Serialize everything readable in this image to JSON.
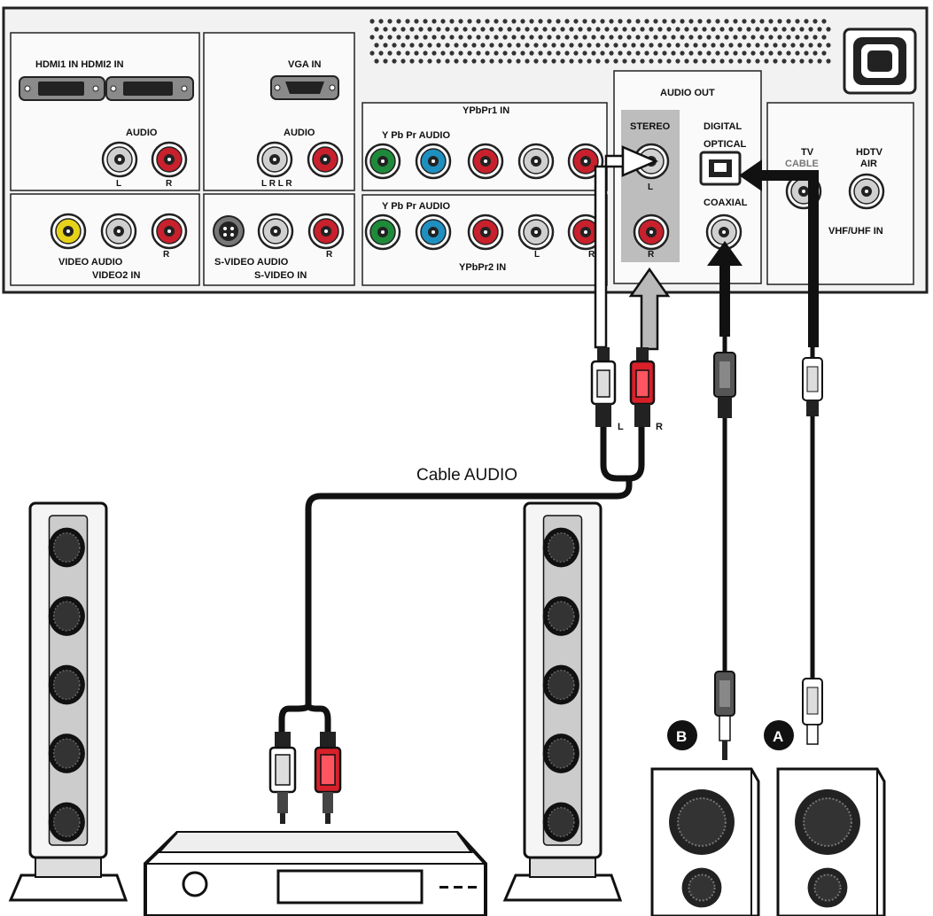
{
  "panel": {
    "hdmi_label": "HDMI1 IN HDMI2 IN",
    "vga_label": "VGA IN",
    "audio_label_1": "AUDIO",
    "audio_label_2": "AUDIO",
    "l1": "L",
    "r1": "R",
    "lr_vga": "L R L R",
    "ypbpr1_label": "YPbPr1 IN",
    "ypbpr1_sub": "Y Pb Pr AUDIO",
    "ypbpr2_sub": "Y Pb Pr AUDIO",
    "ypbpr2_label": "YPbPr2 IN",
    "ypbpr2_l": "L",
    "ypbpr2_r": "R",
    "video2_sub": "VIDEO AUDIO",
    "video2_r": "R",
    "video2_label": "VIDEO2 IN",
    "svideo_sub": "S-VIDEO AUDIO",
    "svideo_r": "R",
    "svideo_label": "S-VIDEO IN",
    "audio_out_label": "AUDIO OUT",
    "stereo_label": "STEREO",
    "stereo_l": "L",
    "stereo_r": "R",
    "digital_label": "DIGITAL",
    "optical_label": "OPTICAL",
    "coaxial_label": "COAXIAL",
    "tv_label": "TV",
    "cable_label": "CABLE",
    "hdtv_label": "HDTV",
    "air_label": "AIR",
    "vhf_label": "VHF/UHF IN"
  },
  "plugs": {
    "left_label": "L",
    "right_label": "R"
  },
  "cable_caption": "Cable AUDIO",
  "badges": {
    "b": "B",
    "a": "A"
  },
  "colors": {
    "jack_white": "#d0d0d0",
    "jack_red": "#c8202c",
    "jack_green": "#1f8a3a",
    "jack_blue": "#1f8fc0",
    "jack_yellow": "#e6d21a",
    "panel_bg": "#f4f4f4",
    "highlight": "#b9b9b9"
  }
}
